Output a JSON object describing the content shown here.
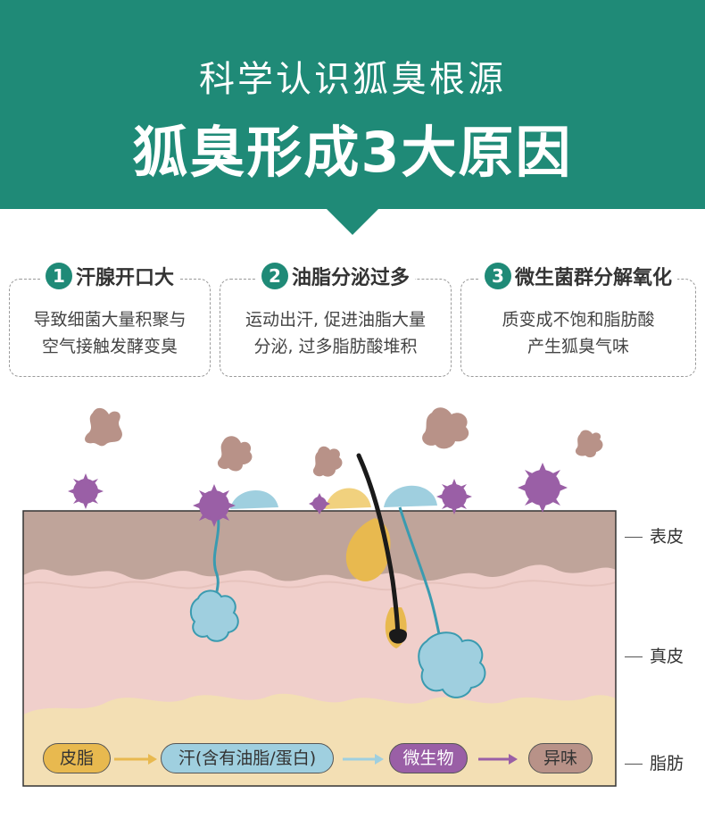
{
  "header": {
    "subtitle": "科学认识狐臭根源",
    "title": "狐臭形成3大原因"
  },
  "causes": [
    {
      "num": "1",
      "title": "汗腺开口大",
      "line1": "导致细菌大量积聚与",
      "line2": "空气接触发酵变臭"
    },
    {
      "num": "2",
      "title": "油脂分泌过多",
      "line1": "运动出汗, 促进油脂大量",
      "line2": "分泌, 过多脂肪酸堆积"
    },
    {
      "num": "3",
      "title": "微生菌群分解氧化",
      "line1": "质变成不饱和脂肪酸",
      "line2": "产生狐臭气味"
    }
  ],
  "layers": {
    "epidermis": "表皮",
    "dermis": "真皮",
    "fat": "脂肪"
  },
  "flow": {
    "step1": "皮脂",
    "step2": "汗(含有油脂/蛋白)",
    "step3": "微生物",
    "step4": "异味"
  },
  "colors": {
    "brand": "#1f8a77",
    "epidermis": "#bfa49a",
    "dermis": "#f0cfcb",
    "fat": "#f3dfb4",
    "sebum": "#e8b94f",
    "sweat": "#9fcfdf",
    "microbe": "#9a5fa6",
    "odor": "#b89288"
  }
}
